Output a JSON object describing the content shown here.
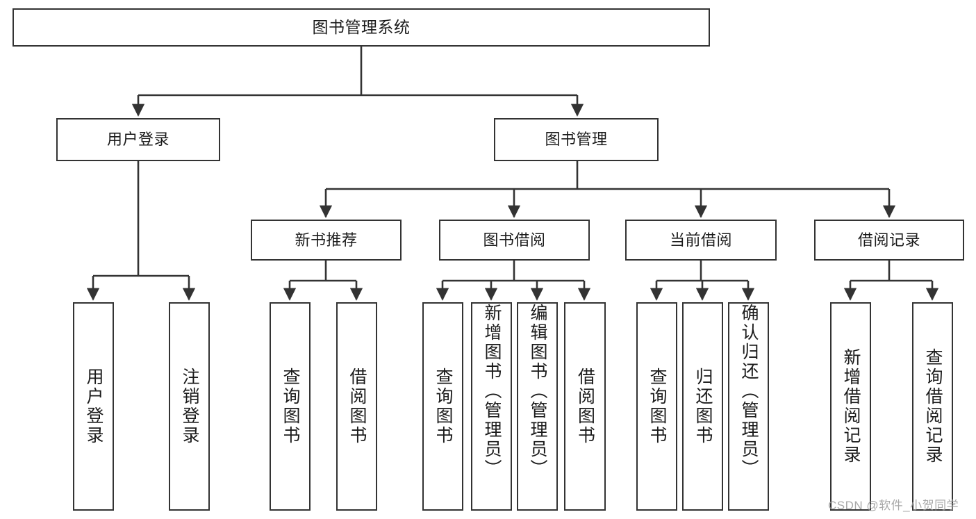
{
  "diagram": {
    "title": "图书管理系统",
    "type": "tree",
    "root": {
      "label": "图书管理系统"
    },
    "level2": [
      {
        "label": "用户登录"
      },
      {
        "label": "图书管理"
      }
    ],
    "level3": [
      {
        "label": "新书推荐"
      },
      {
        "label": "图书借阅"
      },
      {
        "label": "当前借阅"
      },
      {
        "label": "借阅记录"
      }
    ],
    "leaves": {
      "user_login": [
        {
          "label": "用户登录"
        },
        {
          "label": "注销登录"
        }
      ],
      "new_book_recommend": [
        {
          "label": "查询图书"
        },
        {
          "label": "借阅图书"
        }
      ],
      "book_borrow": [
        {
          "label": "查询图书"
        },
        {
          "label": "新增图书（管理员）"
        },
        {
          "label": "编辑图书（管理员）"
        },
        {
          "label": "借阅图书"
        }
      ],
      "current_borrow": [
        {
          "label": "查询图书"
        },
        {
          "label": "归还图书"
        },
        {
          "label": "确认归还（管理员）"
        }
      ],
      "borrow_record": [
        {
          "label": "新增借阅记录"
        },
        {
          "label": "查询借阅记录"
        }
      ]
    }
  },
  "watermark": {
    "text": "CSDN @软件_小贺同学"
  },
  "colors": {
    "stroke": "#333333",
    "text": "#1b1b1b",
    "background": "#ffffff",
    "watermark": "#9a9a9a"
  }
}
